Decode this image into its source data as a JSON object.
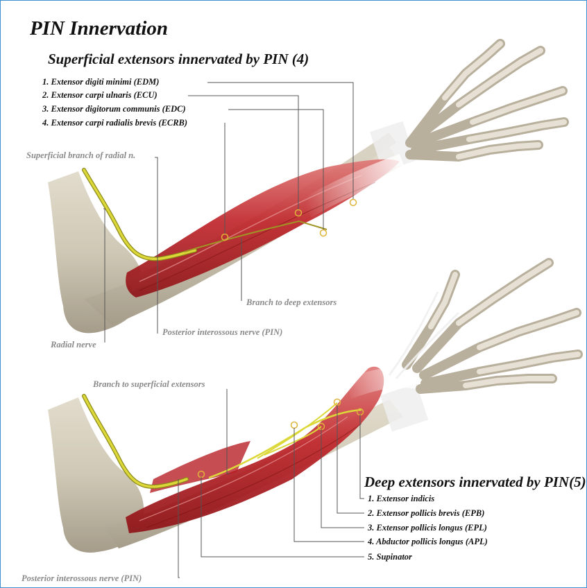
{
  "title": "PIN Innervation",
  "superficial": {
    "heading": "Superficial extensors innervated by PIN (4)",
    "muscles": [
      "1. Extensor digiti minimi (EDM)",
      "2. Extensor carpi ulnaris (ECU)",
      "3. Extensor digitorum communis (EDC)",
      "4. Extensor carpi radialis brevis (ECRB)"
    ]
  },
  "top_labels": {
    "superficial_branch": "Superficial branch of radial n.",
    "branch_deep": "Branch to deep extensors",
    "pin": "Posterior interossous nerve (PIN)",
    "radial_nerve": "Radial nerve"
  },
  "deep": {
    "heading": "Deep extensors innervated by PIN(5)",
    "muscles": [
      "1. Extensor indicis",
      "2. Extensor pollicis brevis (EPB)",
      "3. Extensor pollicis longus (EPL)",
      "4. Abductor pollicis longus (APL)",
      "5. Supinator"
    ]
  },
  "bottom_labels": {
    "branch_superficial": "Branch to superficial extensors",
    "pin": "Posterior interossous nerve (PIN)"
  },
  "colors": {
    "bone": "#cfc8b5",
    "muscle": "#c0262b",
    "nerve": "#d8d43a",
    "frame": "#3b8ed0",
    "leader_line": "#555555",
    "grey_label": "#8a8a8a"
  }
}
